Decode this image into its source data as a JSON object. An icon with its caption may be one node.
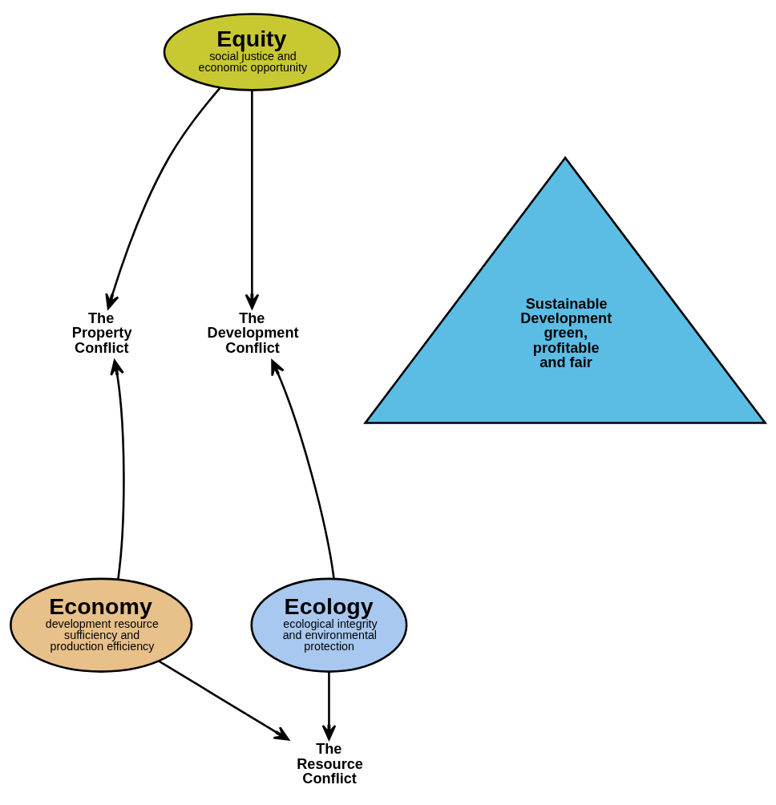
{
  "diagram": {
    "nodes": [
      {
        "text": [
          "Equity",
          "social justice and economic opportunity"
        ]
      },
      {
        "text": [
          "The Property Conflict"
        ]
      },
      {
        "text": [
          "The Development Conflict"
        ]
      },
      {
        "text": [
          "Sustainable Development green, profitable and fair"
        ]
      },
      {
        "text": [
          "Economy",
          "development resource sufficiency and production efficiency"
        ]
      },
      {
        "text": [
          "Ecology",
          "ecological integrity and environmental protection"
        ]
      },
      {
        "text": [
          "The Resource Conflict"
        ]
      }
    ],
    "edges": [
      {
        "from": 0,
        "to": 1,
        "arrow": "to"
      },
      {
        "from": 0,
        "to": 2,
        "arrow": "to"
      },
      {
        "from": 4,
        "to": 1,
        "arrow": "to"
      },
      {
        "from": 5,
        "to": 2,
        "arrow": "to"
      },
      {
        "from": 4,
        "to": 6,
        "arrow": "to"
      },
      {
        "from": 5,
        "to": 6,
        "arrow": "to"
      }
    ]
  }
}
